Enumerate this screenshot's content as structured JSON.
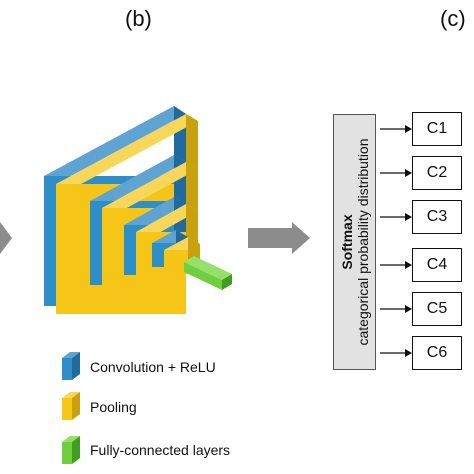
{
  "panels": {
    "b": "(b)",
    "c": "(c)"
  },
  "legend": [
    {
      "label": "Convolution + ReLU",
      "color": "#2e8fc8"
    },
    {
      "label": "Pooling",
      "color": "#f5c518"
    },
    {
      "label": "Fully-connected layers",
      "color": "#6fcf3f"
    }
  ],
  "softmax": {
    "title": "Softmax",
    "subtitle": "categorical probability distribution"
  },
  "classes": [
    "C1",
    "C2",
    "C3",
    "C4",
    "C5",
    "C6"
  ]
}
